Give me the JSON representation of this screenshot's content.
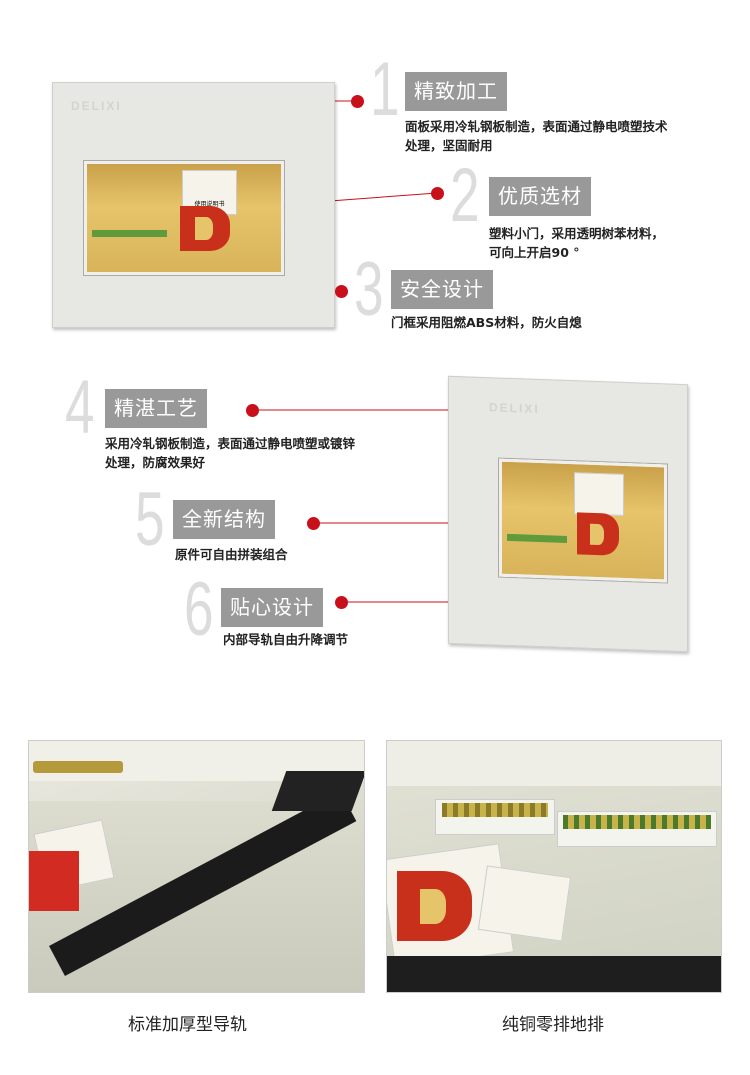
{
  "features": [
    {
      "number": "1",
      "title": "精致加工",
      "desc": [
        "面板采用冷轧钢板制造，表面通过静电喷塑技术",
        "处理，坚固耐用"
      ]
    },
    {
      "number": "2",
      "title": "优质选材",
      "desc": [
        "塑料小门，采用透明树苯材料，",
        "可向上开启90 °"
      ]
    },
    {
      "number": "3",
      "title": "安全设计",
      "desc": [
        "门框采用阻燃ABS材料，防火自熄"
      ]
    },
    {
      "number": "4",
      "title": "精湛工艺",
      "desc": [
        "采用冷轧钢板制造，表面通过静电喷塑或镀锌",
        "处理，防腐效果好"
      ]
    },
    {
      "number": "5",
      "title": "全新结构",
      "desc": [
        "原件可自由拼装组合"
      ]
    },
    {
      "number": "6",
      "title": "贴心设计",
      "desc": [
        "内部导轨自由升降调节"
      ]
    }
  ],
  "product": {
    "logo": "DELIXI",
    "manual_label": "使用说明书"
  },
  "photos": [
    {
      "caption": "标准加厚型导轨"
    },
    {
      "caption": "纯铜零排地排"
    }
  ],
  "colors": {
    "accent": "#c8101a",
    "label_bg": "#999999",
    "number": "#dcdcdc"
  }
}
